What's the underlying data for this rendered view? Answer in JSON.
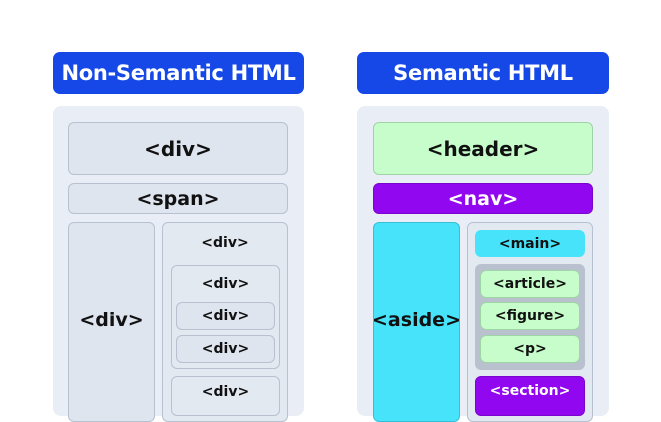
{
  "left": {
    "title": "Non-Semantic HTML",
    "top_box": "<div>",
    "span_box": "<span>",
    "side_box": "<div>",
    "right_col": "<div>",
    "inner_group": "<div>",
    "inner_item_1": "<div>",
    "inner_item_2": "<div>",
    "bottom_box": "<div>"
  },
  "right": {
    "title": "Semantic HTML",
    "header": "<header>",
    "nav": "<nav>",
    "aside": "<aside>",
    "main": "<main>",
    "article": "<article>",
    "figure": "<figure>",
    "p": "<p>",
    "section": "<section>"
  },
  "colors": {
    "title_bg": "#1548e6",
    "panel_bg": "#e9eef6",
    "green": "#c7fdcb",
    "purple": "#9108f0",
    "cyan": "#47e3fb"
  }
}
